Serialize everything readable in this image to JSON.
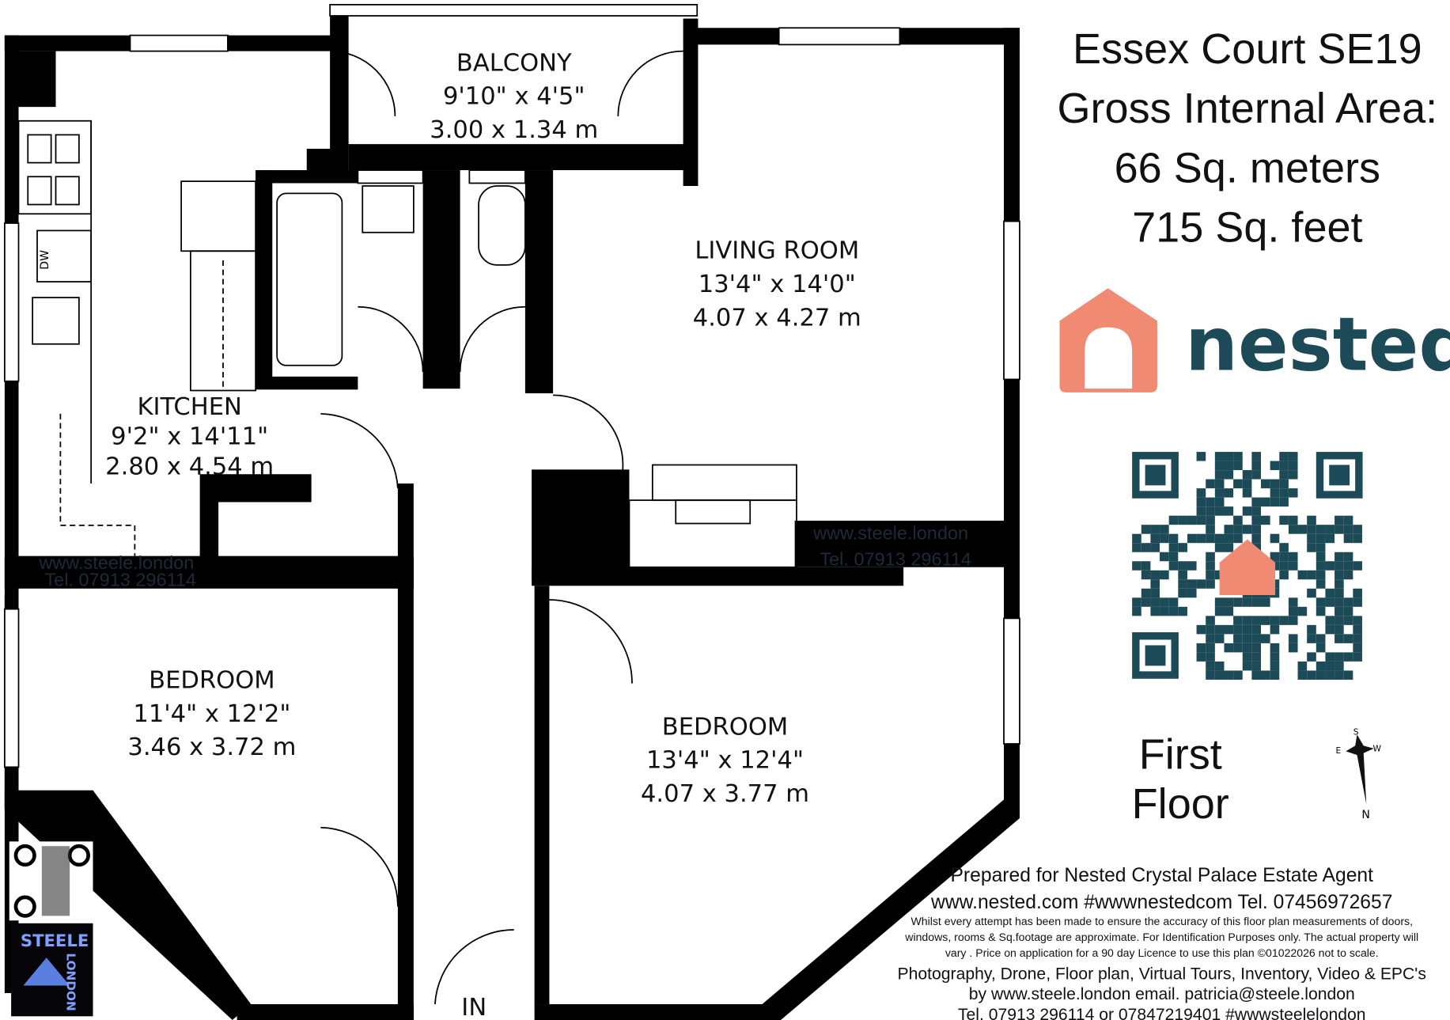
{
  "header": {
    "address": "Essex Court SE19",
    "area_label": "Gross Internal Area:",
    "area_sqm": "66 Sq. meters",
    "area_sqft": "715 Sq. feet"
  },
  "brand": {
    "name": "nested",
    "color": "#f08a73",
    "text_color": "#1d4a57"
  },
  "rooms": [
    {
      "name": "BALCONY",
      "imperial": "9'10\" x 4'5\"",
      "metric": "3.00 x 1.34 m"
    },
    {
      "name": "LIVING ROOM",
      "imperial": "13'4\" x 14'0\"",
      "metric": "4.07 x 4.27 m"
    },
    {
      "name": "KITCHEN",
      "imperial": "9'2\" x 14'11\"",
      "metric": "2.80 x 4.54 m"
    },
    {
      "name": "BEDROOM",
      "imperial": "11'4\" x 12'2\"",
      "metric": "3.46 x 3.72 m"
    },
    {
      "name": "BEDROOM",
      "imperial": "13'4\" x 12'4\"",
      "metric": "4.07 x 3.77 m"
    }
  ],
  "fixtures": {
    "dishwasher": "DW",
    "entrance": "IN"
  },
  "floor": {
    "line1": "First",
    "line2": "Floor"
  },
  "compass": {
    "n": "N",
    "s": "S",
    "e": "E",
    "w": "W"
  },
  "watermarks": {
    "site": "www.steele.london",
    "tel": "Tel. 07913 296114",
    "brand": "STEELE",
    "brand2": "LONDON"
  },
  "footer": {
    "line1": "Prepared for Nested Crystal Palace Estate Agent",
    "line2": "www.nested.com #wwwnestedcom  Tel. 07456972657",
    "disclaimer1": "Whilst every attempt has been made to ensure the accuracy of this  floor plan measurements of doors,",
    "disclaimer2": "windows, rooms & Sq.footage are approximate. For Identification Purposes only. The actual property will",
    "disclaimer3": "vary . Price on application for a 90 day Licence to use this plan ©01022026 not to scale.",
    "line3": "Photography, Drone, Floor plan, Virtual Tours, Inventory, Video & EPC's",
    "line4": "by www.steele.london  email. patricia@steele.london",
    "line5": "Tel. 07913 296114 or  07847219401  #wwwsteelelondon"
  }
}
